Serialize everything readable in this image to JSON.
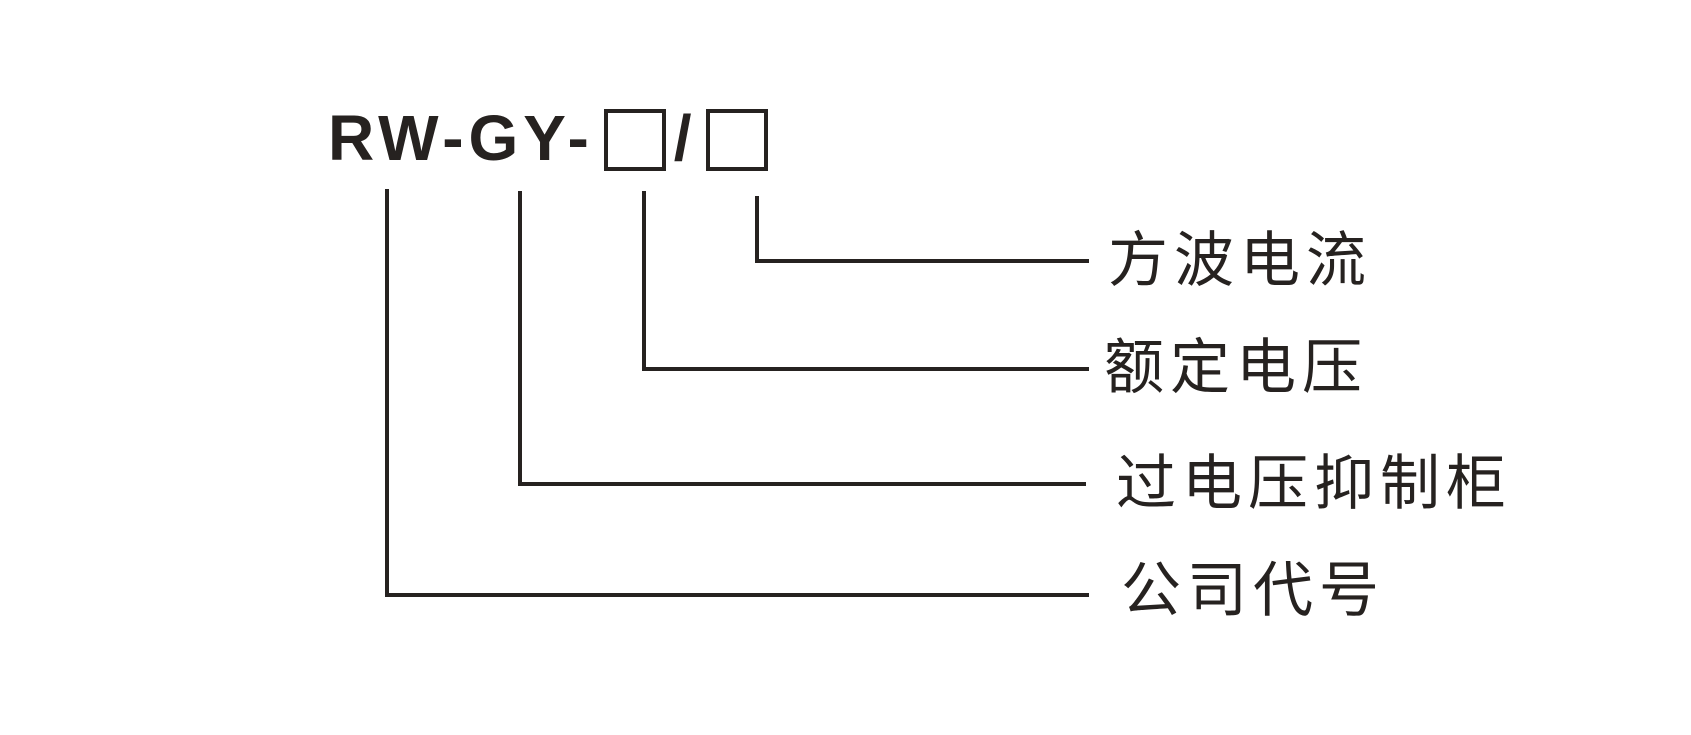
{
  "colors": {
    "ink": "#262220",
    "background": "#ffffff"
  },
  "model_code": {
    "prefix": "RW-GY-",
    "slash": "/"
  },
  "callouts": [
    {
      "label": "方波电流"
    },
    {
      "label": "额定电压"
    },
    {
      "label": "过电压抑制柜"
    },
    {
      "label": "公司代号"
    }
  ]
}
